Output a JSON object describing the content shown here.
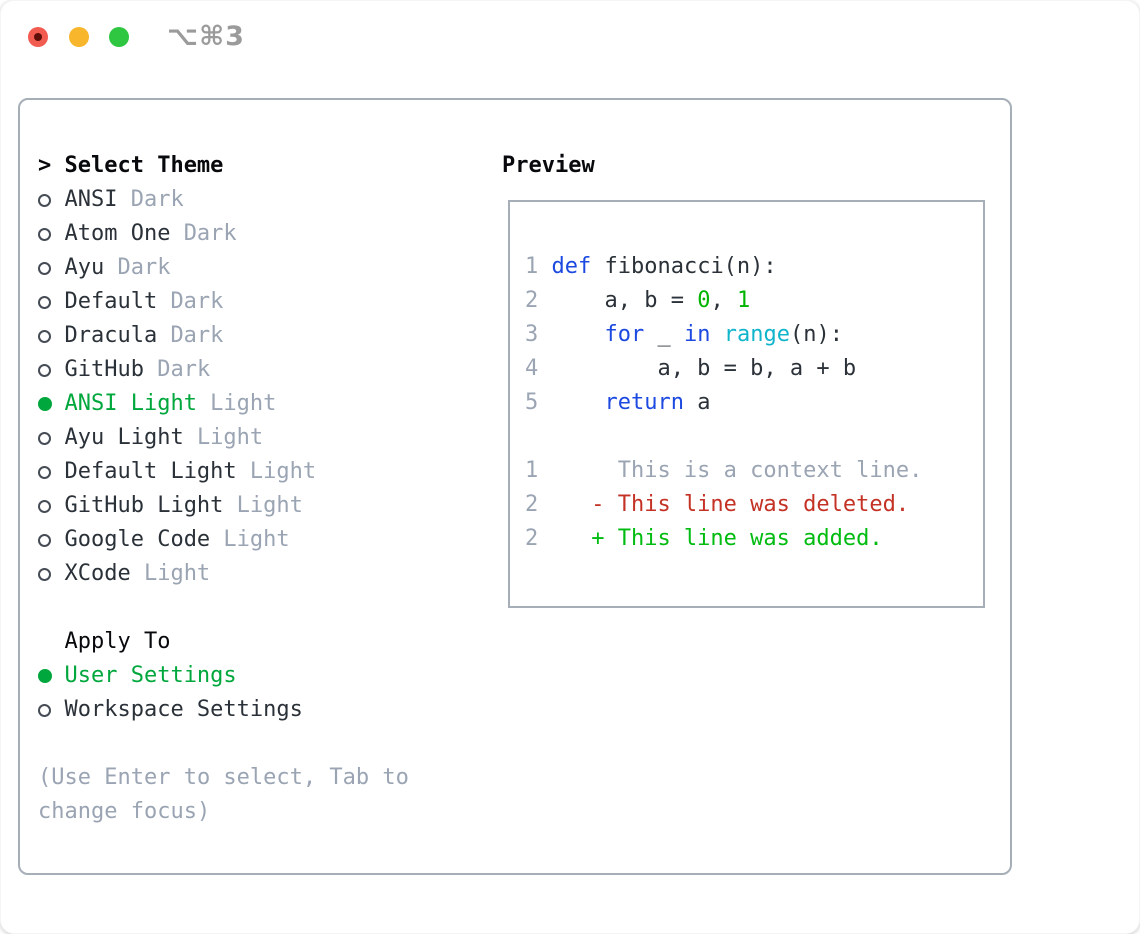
{
  "titlebar": {
    "title": "⌥⌘3"
  },
  "colors": {
    "fg": "#2b3138",
    "muted": "#9aa4b3",
    "accent": "#00a73c",
    "border": "#a6aeb8",
    "kw": "#1c49e0",
    "cyan": "#10b4cb",
    "green": "#00b400",
    "red": "#c43225",
    "add": "#00bb10",
    "traffic-red": "#f15b50",
    "traffic-red-dot": "#5e0f0a",
    "traffic-yellow": "#f7b62c",
    "traffic-green": "#2fc642",
    "title-gray": "#9b9b9b"
  },
  "theme_selector": {
    "prompt": ">",
    "title": "Select Theme",
    "themes": [
      {
        "name": "ANSI",
        "variant": "Dark",
        "selected": false
      },
      {
        "name": "Atom One",
        "variant": "Dark",
        "selected": false
      },
      {
        "name": "Ayu",
        "variant": "Dark",
        "selected": false
      },
      {
        "name": "Default",
        "variant": "Dark",
        "selected": false
      },
      {
        "name": "Dracula",
        "variant": "Dark",
        "selected": false
      },
      {
        "name": "GitHub",
        "variant": "Dark",
        "selected": false
      },
      {
        "name": "ANSI Light",
        "variant": "Light",
        "selected": true
      },
      {
        "name": "Ayu Light",
        "variant": "Light",
        "selected": false
      },
      {
        "name": "Default Light",
        "variant": "Light",
        "selected": false
      },
      {
        "name": "GitHub Light",
        "variant": "Light",
        "selected": false
      },
      {
        "name": "Google Code",
        "variant": "Light",
        "selected": false
      },
      {
        "name": "XCode",
        "variant": "Light",
        "selected": false
      }
    ]
  },
  "apply_to": {
    "title": "Apply To",
    "options": [
      {
        "name": "User Settings",
        "selected": true
      },
      {
        "name": "Workspace Settings",
        "selected": false
      }
    ]
  },
  "hint_lines": [
    "(Use Enter to select, Tab to",
    "change focus)"
  ],
  "preview": {
    "title": "Preview",
    "code_lines": [
      {
        "num": "1",
        "segments": [
          {
            "c": "kw",
            "t": "def"
          },
          {
            "c": "fg",
            "t": " fibonacci(n):"
          }
        ]
      },
      {
        "num": "2",
        "segments": [
          {
            "c": "fg",
            "t": "    a, b = "
          },
          {
            "c": "green",
            "t": "0"
          },
          {
            "c": "fg",
            "t": ", "
          },
          {
            "c": "green",
            "t": "1"
          }
        ]
      },
      {
        "num": "3",
        "segments": [
          {
            "c": "fg",
            "t": "    "
          },
          {
            "c": "kw",
            "t": "for"
          },
          {
            "c": "fg",
            "t": " _ "
          },
          {
            "c": "kw",
            "t": "in"
          },
          {
            "c": "fg",
            "t": " "
          },
          {
            "c": "cyan",
            "t": "range"
          },
          {
            "c": "fg",
            "t": "(n):"
          }
        ]
      },
      {
        "num": "4",
        "segments": [
          {
            "c": "fg",
            "t": "        a, b = b, a + b"
          }
        ]
      },
      {
        "num": "5",
        "segments": [
          {
            "c": "fg",
            "t": "    "
          },
          {
            "c": "kw",
            "t": "return"
          },
          {
            "c": "fg",
            "t": " a"
          }
        ]
      }
    ],
    "diff_lines": [
      {
        "num": "1",
        "segments": [
          {
            "c": "muted",
            "t": "     This is a context line."
          }
        ]
      },
      {
        "num": "2",
        "segments": [
          {
            "c": "red",
            "t": "   - This line was deleted."
          }
        ]
      },
      {
        "num": "2",
        "segments": [
          {
            "c": "add",
            "t": "   + This line was added."
          }
        ]
      }
    ]
  }
}
